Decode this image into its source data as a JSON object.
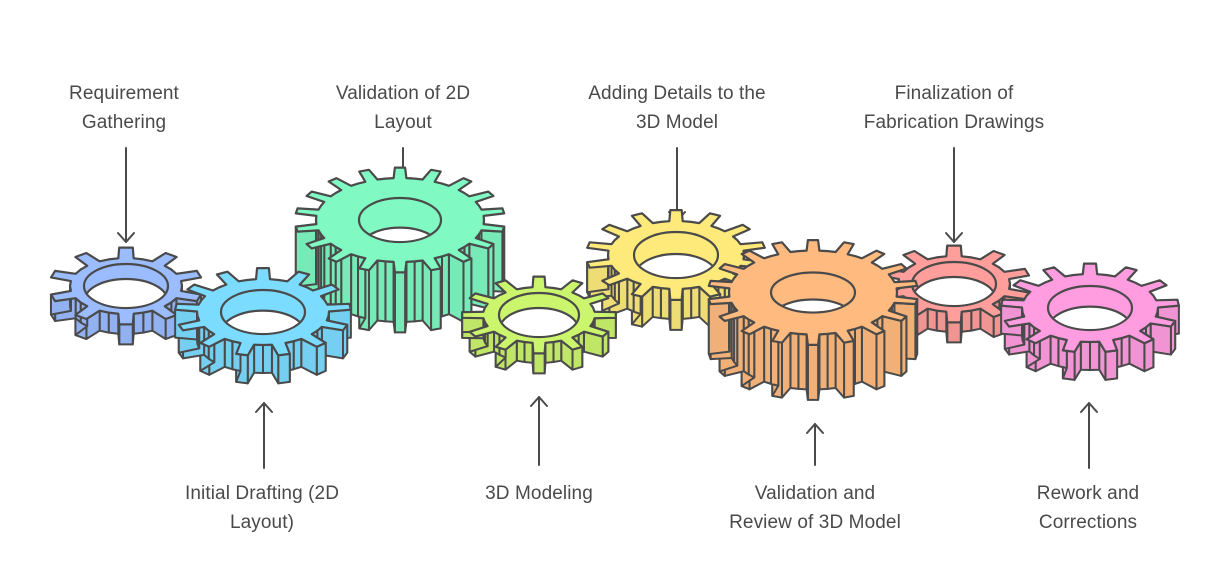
{
  "diagram": {
    "title": "Fabrication drawing workflow gear chain",
    "line_color": "#4a4a4a",
    "steps": [
      {
        "order": 1,
        "name": "requirement-gathering",
        "label_lines": [
          "Requirement",
          "Gathering"
        ],
        "label_position": "top",
        "gear_color": "#9bbcff",
        "teeth": 10
      },
      {
        "order": 2,
        "name": "initial-drafting",
        "label_lines": [
          "Initial Drafting (2D",
          "Layout)"
        ],
        "label_position": "bottom",
        "gear_color": "#7cdcff",
        "teeth": 13
      },
      {
        "order": 3,
        "name": "validation-2d-layout",
        "label_lines": [
          "Validation of 2D",
          "Layout"
        ],
        "label_position": "top",
        "gear_color": "#80f9c3",
        "teeth": 18
      },
      {
        "order": 4,
        "name": "3d-modeling",
        "label_lines": [
          "3D Modeling"
        ],
        "label_position": "bottom",
        "gear_color": "#ccf56e",
        "teeth": 12
      },
      {
        "order": 5,
        "name": "adding-details",
        "label_lines": [
          "Adding Details to the",
          "3D Model"
        ],
        "label_position": "top",
        "gear_color": "#fdea7b",
        "teeth": 14
      },
      {
        "order": 6,
        "name": "validation-review-3d",
        "label_lines": [
          "Validation and",
          "Review of 3D Model"
        ],
        "label_position": "bottom",
        "gear_color": "#ffbb7f",
        "teeth": 18
      },
      {
        "order": 7,
        "name": "finalization-fabrication",
        "label_lines": [
          "Finalization of",
          "Fabrication Drawings"
        ],
        "label_position": "top",
        "gear_color": "#ff9e9a",
        "teeth": 10
      },
      {
        "order": 8,
        "name": "rework-corrections",
        "label_lines": [
          "Rework and",
          "Corrections"
        ],
        "label_position": "bottom",
        "gear_color": "#ff9de0",
        "teeth": 13
      }
    ]
  }
}
